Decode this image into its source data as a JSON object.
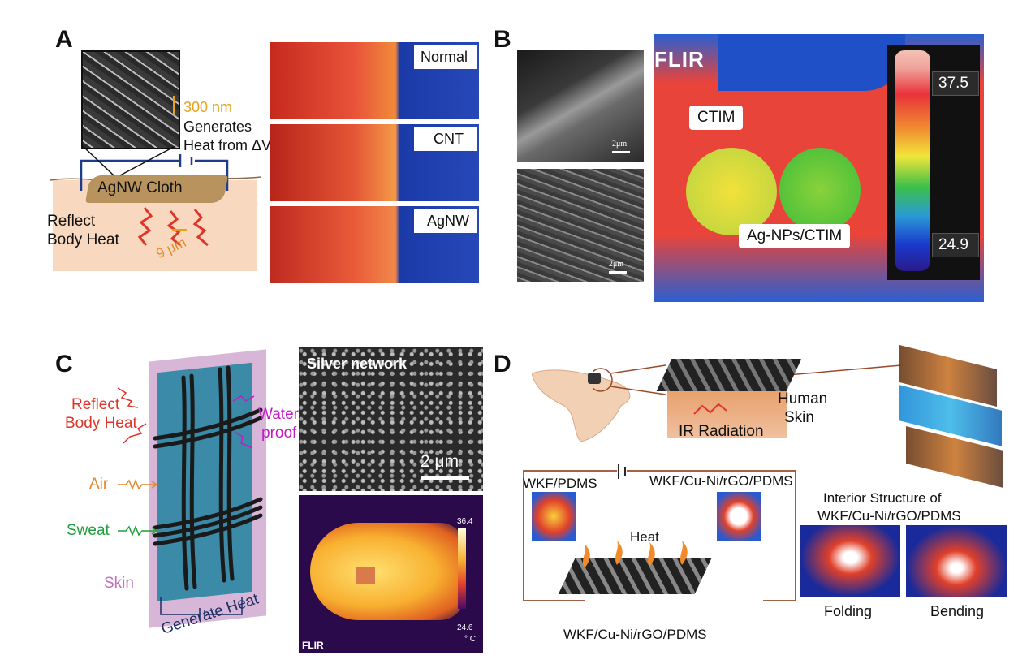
{
  "panels": {
    "A": {
      "letter": "A",
      "scale_nm": "300 nm",
      "generates": "Generates",
      "heat_from": "Heat from ΔV",
      "cloth": "AgNW Cloth",
      "reflect": "Reflect",
      "body_heat": "Body Heat",
      "wavelength": "9 μm",
      "thermal_labels": [
        "Normal",
        "CNT",
        "AgNW"
      ]
    },
    "B": {
      "letter": "B",
      "flir": "FLIR",
      "ctim": "CTIM",
      "ag_nps": "Ag-NPs/CTIM",
      "temp_max": "37.5",
      "temp_min": "24.9",
      "scale_bar": "2μm"
    },
    "C": {
      "letter": "C",
      "reflect": "Reflect",
      "body_heat": "Body Heat",
      "water": "Water",
      "proof": "proof",
      "air": "Air",
      "sweat": "Sweat",
      "skin": "Skin",
      "generate_heat": "Generate Heat",
      "silver_network": "Silver network",
      "scale": "2 μm",
      "temp_max": "36.4",
      "temp_min": "24.6",
      "unit": "° C",
      "flir": "FLIR"
    },
    "D": {
      "letter": "D",
      "human": "Human",
      "skin": "Skin",
      "ir": "IR Radiation",
      "wkf_pdms": "WKF/PDMS",
      "wkf_cu": "WKF/Cu-Ni/rGO/PDMS",
      "heat": "Heat",
      "interior_1": "Interior Structure of",
      "interior_2": "WKF/Cu-Ni/rGO/PDMS",
      "folding": "Folding",
      "bending": "Bending",
      "bottom": "WKF/Cu-Ni/rGO/PDMS"
    }
  },
  "colors": {
    "scale_orange": "#e8a21a",
    "heat_red": "#e0342b",
    "water_magenta": "#c21cc2",
    "air_orange": "#e08a2a",
    "sweat_green": "#1e9e3a",
    "skin_pink": "#c070c0",
    "gen_heat_navy": "#1c2e66"
  }
}
